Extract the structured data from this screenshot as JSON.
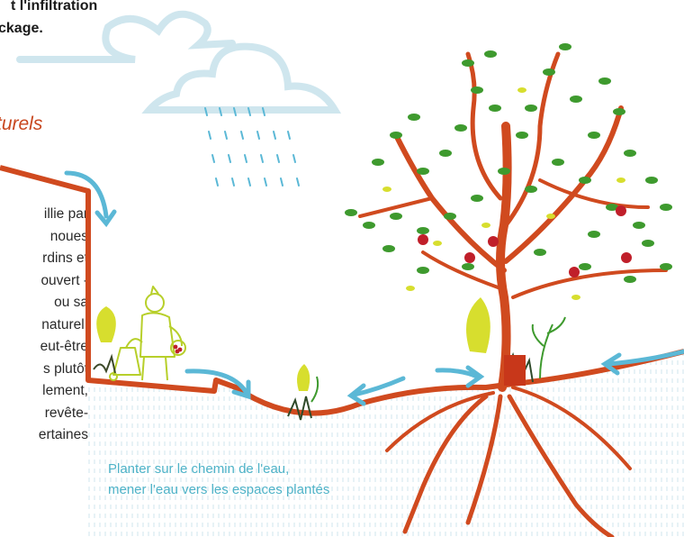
{
  "top_text": {
    "line1": "t l'infiltration",
    "line2": "ckage."
  },
  "heading": "turels",
  "body_lines": [
    "illie par",
    "noues",
    "rdins et",
    "ouvert -",
    "ou sa",
    "naturel.",
    "eut-être",
    "s plutôt",
    "lement,",
    "revête-",
    "ertaines"
  ],
  "caption": {
    "line1": "Planter sur le chemin de l'eau,",
    "line2": "mener l'eau vers les espaces plantés"
  },
  "colors": {
    "terrain": "#d04a1f",
    "water": "#5bb8d6",
    "cloud": "#cfe6ee",
    "leaf": "#3e9a2e",
    "fruit": "#c01f2a",
    "grass": "#d7de2e"
  },
  "icons": [
    "cloud-icon",
    "rain-icon",
    "tree-icon",
    "gardener-icon",
    "plant-icon",
    "arrow-icon"
  ]
}
